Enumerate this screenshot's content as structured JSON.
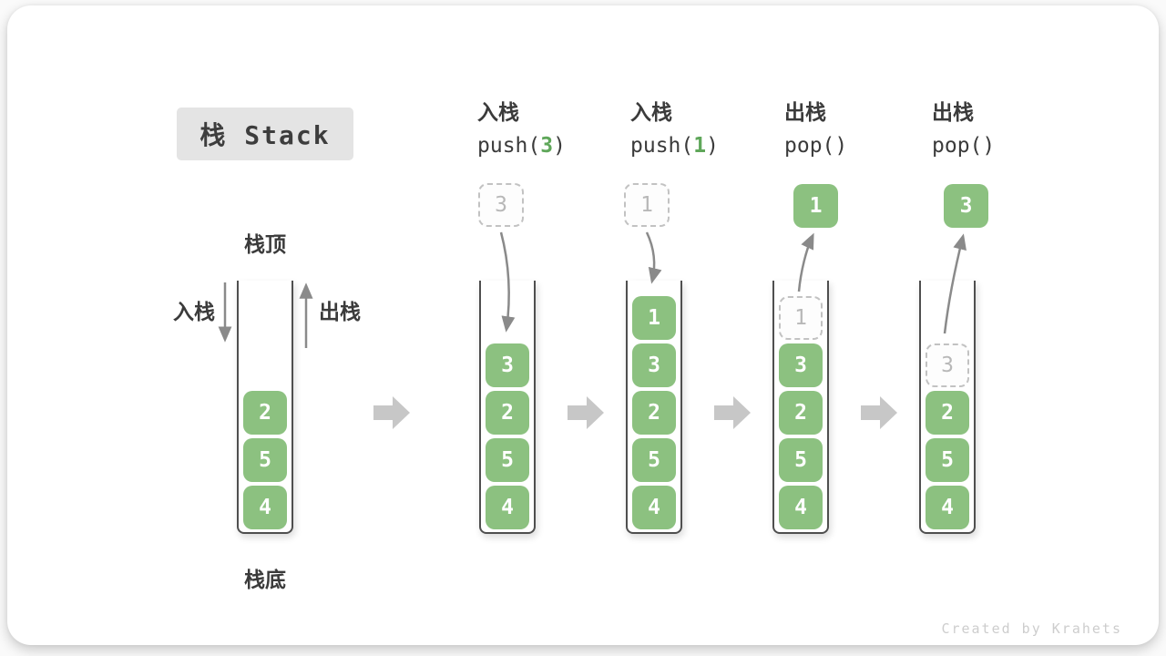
{
  "title": {
    "text": "栈 Stack"
  },
  "legend": {
    "stack_top": "栈顶",
    "stack_bottom": "栈底",
    "push_side": "入栈",
    "pop_side": "出栈"
  },
  "operations": {
    "op1": {
      "name": "入栈",
      "fn_open": "push(",
      "arg": "3",
      "fn_close": ")"
    },
    "op2": {
      "name": "入栈",
      "fn_open": "push(",
      "arg": "1",
      "fn_close": ")"
    },
    "op3": {
      "name": "出栈",
      "fn": "pop()"
    },
    "op4": {
      "name": "出栈",
      "fn": "pop()"
    }
  },
  "stacks": {
    "initial": {
      "items": [
        "2",
        "5",
        "4"
      ]
    },
    "after_push3": {
      "incoming": "3",
      "items": [
        "3",
        "2",
        "5",
        "4"
      ]
    },
    "after_push1": {
      "incoming": "1",
      "items": [
        "1",
        "3",
        "2",
        "5",
        "4"
      ]
    },
    "after_pop1": {
      "popped": "1",
      "ghost": "1",
      "items": [
        "3",
        "2",
        "5",
        "4"
      ]
    },
    "after_pop2": {
      "popped": "3",
      "ghost": "3",
      "items": [
        "2",
        "5",
        "4"
      ]
    }
  },
  "watermark": "Created by Krahets",
  "colors": {
    "item_green": "#8cc180",
    "code_arg_green": "#5fa75a",
    "arrow_gray": "#8a8a8a",
    "block_arrow_gray": "#c7c7c7",
    "ghost_border": "#c2c2c2",
    "ghost_text": "#b8b8b8",
    "label_dark": "#3b3b3b",
    "title_bg": "#e4e4e4",
    "container_wall": "#4f4f4f",
    "watermark_gray": "#cdcdcd"
  }
}
